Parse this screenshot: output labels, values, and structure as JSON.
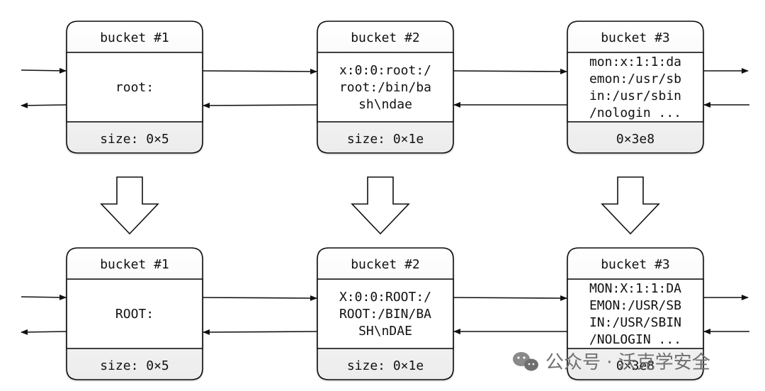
{
  "rows": [
    {
      "buckets": [
        {
          "header": "bucket #1",
          "body": [
            "root:"
          ],
          "footer": "size: 0×5"
        },
        {
          "header": "bucket #2",
          "body": [
            "x:0:0:root:/",
            "root:/bin/ba",
            "sh\\ndae"
          ],
          "footer": "size: 0×1e"
        },
        {
          "header": "bucket #3",
          "body": [
            "mon:x:1:1:da",
            "emon:/usr/sb",
            "in:/usr/sbin",
            "/nologin ..."
          ],
          "footer": "0×3e8"
        }
      ]
    },
    {
      "buckets": [
        {
          "header": "bucket #1",
          "body": [
            "ROOT:"
          ],
          "footer": "size: 0×5"
        },
        {
          "header": "bucket #2",
          "body": [
            "X:0:0:ROOT:/",
            "ROOT:/BIN/BA",
            "SH\\nDAE"
          ],
          "footer": "size: 0×1e"
        },
        {
          "header": "bucket #3",
          "body": [
            "MON:X:1:1:DA",
            "EMON:/USR/SB",
            "IN:/USR/SBIN",
            "/NOLOGIN ..."
          ],
          "footer": "0×3e8"
        }
      ]
    }
  ],
  "watermark": {
    "text": "公众号 · 沃克学安全",
    "icon": "wechat-icon"
  }
}
